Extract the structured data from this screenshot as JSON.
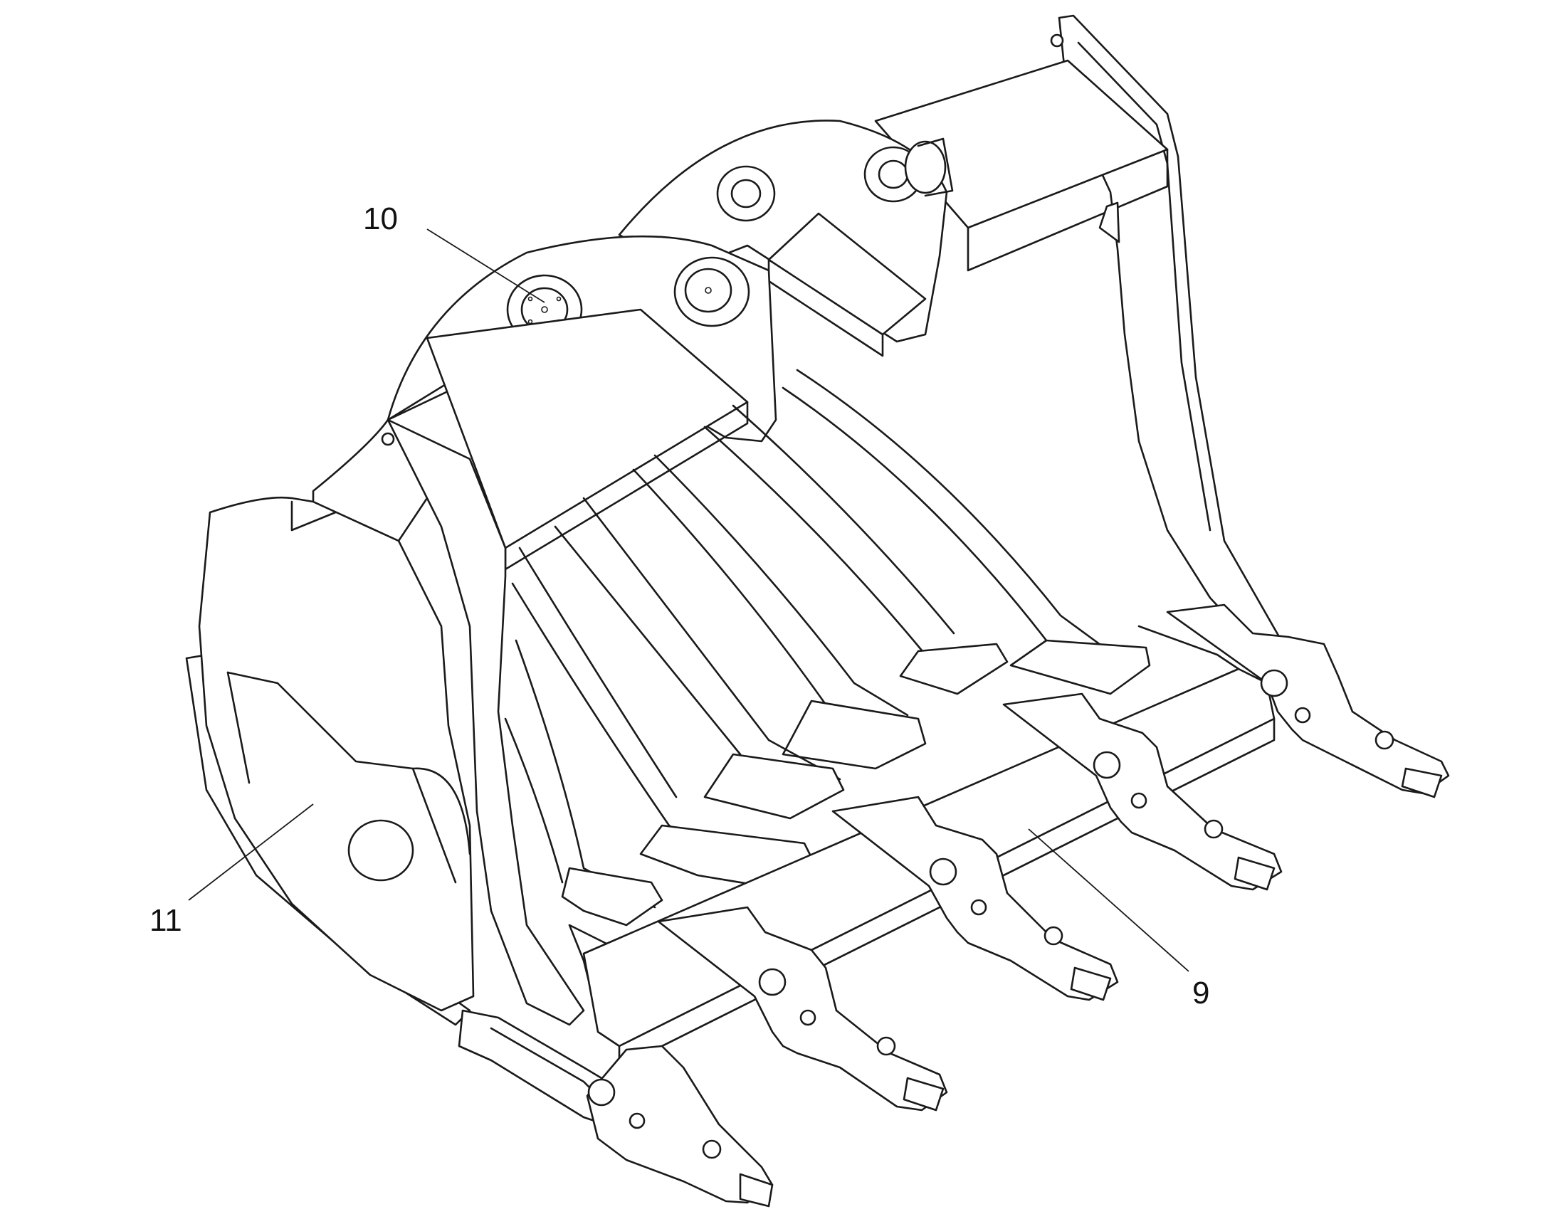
{
  "callouts": [
    {
      "id": "callout-10",
      "label": "10"
    },
    {
      "id": "callout-11",
      "label": "11"
    },
    {
      "id": "callout-9",
      "label": "9"
    }
  ],
  "colors": {
    "line": "#1a1a1a",
    "background": "#ffffff"
  }
}
